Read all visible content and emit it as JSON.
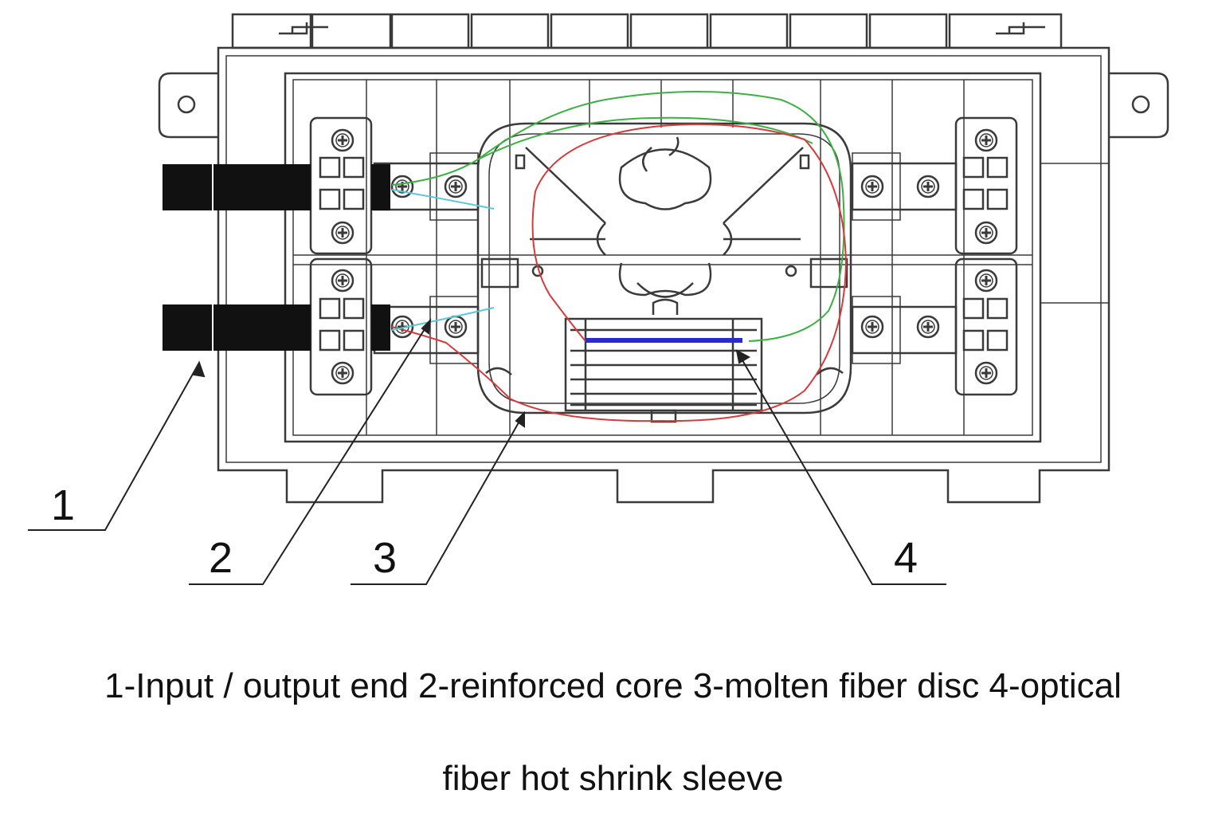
{
  "labels": {
    "l1": "1",
    "l2": "2",
    "l3": "3",
    "l4": "4"
  },
  "caption": {
    "line1": "1-Input / output end 2-reinforced core 3-molten fiber disc 4-optical",
    "line2": "fiber hot shrink sleeve"
  },
  "colors": {
    "outline": "#3a3a3a",
    "cable": "#111111",
    "fiber_green": "#3cb043",
    "fiber_red": "#d63a3a",
    "fiber_cyan": "#5ac8d8",
    "sleeve_blue": "#2a2ad0"
  },
  "icons": {
    "screw": "screw-icon",
    "mount_hole": "mount-hole-icon"
  }
}
